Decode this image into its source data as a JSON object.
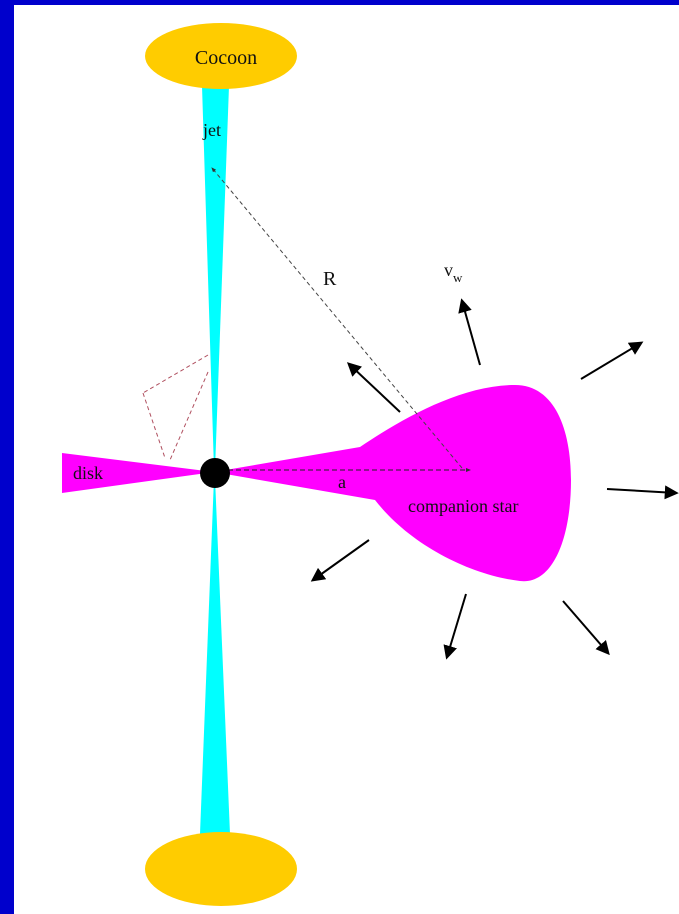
{
  "labels": {
    "cocoon": "Cocoon",
    "jet": "jet",
    "separation": "R",
    "wind_velocity_symbol": "v",
    "wind_velocity_subscript": "w",
    "disk": "disk",
    "orbital_separation": "a",
    "companion_star": "companion star"
  },
  "colors": {
    "border": "#0000cc",
    "background": "#ffffff",
    "cocoon": "#ffcc00",
    "jet": "#00ffff",
    "disk": "#ff00ff",
    "companion_star": "#ff00ff",
    "black_hole": "#000000",
    "dashed_lines": "#555555",
    "cone_lines": "#b05060"
  },
  "icons": {
    "central_object": "black-hole-icon",
    "wind_arrows": "arrow-icon"
  }
}
